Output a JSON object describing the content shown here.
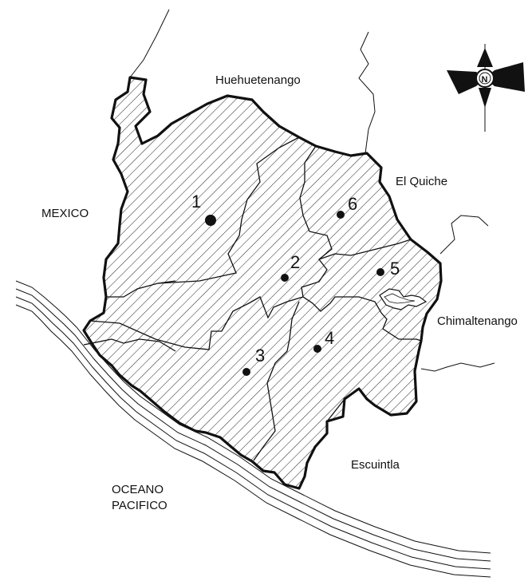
{
  "neighbors": {
    "north": "Huehuetenango",
    "northeast": "El Quiche",
    "west": "MEXICO",
    "east": "Chimaltenango",
    "southeast": "Escuintla",
    "ocean_line1": "OCEANO",
    "ocean_line2": "PACIFICO"
  },
  "zones": [
    {
      "label": "1"
    },
    {
      "label": "2"
    },
    {
      "label": "3"
    },
    {
      "label": "4"
    },
    {
      "label": "5"
    },
    {
      "label": "6"
    }
  ],
  "compass": {
    "north_letter": "N"
  },
  "colors": {
    "ink": "#111111",
    "background": "#ffffff"
  }
}
